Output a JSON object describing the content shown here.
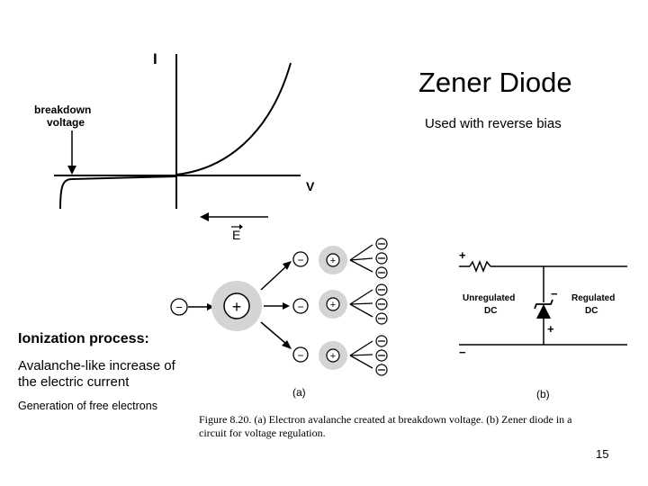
{
  "slide": {
    "title": "Zener Diode",
    "subtitle": "Used with reverse bias",
    "page_number": "15"
  },
  "iv_plot": {
    "y_axis_label": "I",
    "x_axis_label": "V",
    "breakdown_label_line1": "breakdown",
    "breakdown_label_line2": "voltage",
    "field_label": "E"
  },
  "ionization": {
    "heading": "Ionization process:",
    "line1": "Avalanche-like increase of",
    "line2": "the electric current",
    "line3": "Generation of free electrons"
  },
  "figure": {
    "part_a_label": "(a)",
    "part_b_label": "(b)",
    "caption_line1": "Figure 8.20.  (a) Electron avalanche created at breakdown voltage. (b) Zener diode in a",
    "caption_line2": "circuit for voltage regulation.",
    "electron_symbol": "−",
    "ion_symbol": "+",
    "circuit": {
      "plus_top": "+",
      "minus_bottom": "−",
      "unregulated_line1": "Unregulated",
      "unregulated_line2": "DC",
      "regulated_line1": "Regulated",
      "regulated_line2": "DC",
      "diode_minus": "−",
      "diode_plus": "+"
    }
  }
}
